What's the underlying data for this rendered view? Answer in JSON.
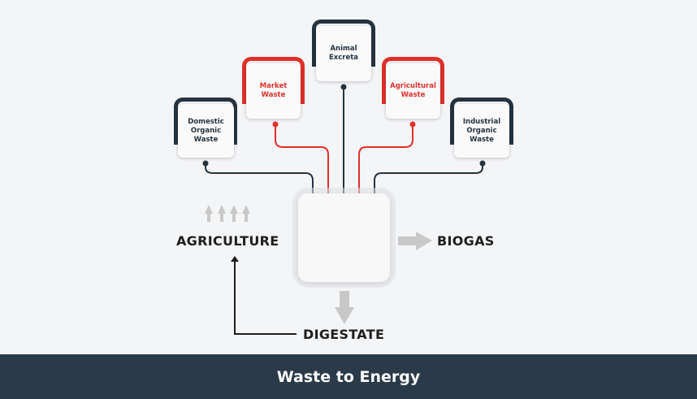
{
  "sources": [
    {
      "label": "Domestic Organic Waste",
      "accent": "dark"
    },
    {
      "label": "Market Waste",
      "accent": "red"
    },
    {
      "label": "Animal Excreta",
      "accent": "dark"
    },
    {
      "label": "Agricultural Waste",
      "accent": "red"
    },
    {
      "label": "Industrial Organic Waste",
      "accent": "dark"
    }
  ],
  "outputs": {
    "agriculture": "AGRICULTURE",
    "biogas": "BIOGAS",
    "digestate": "DIGESTATE"
  },
  "footer": {
    "title": "Waste to Energy"
  },
  "colors": {
    "dark": "#25333f",
    "red": "#e0302a",
    "arrow": "#c8c8c8",
    "footer": "#2b3a48"
  }
}
